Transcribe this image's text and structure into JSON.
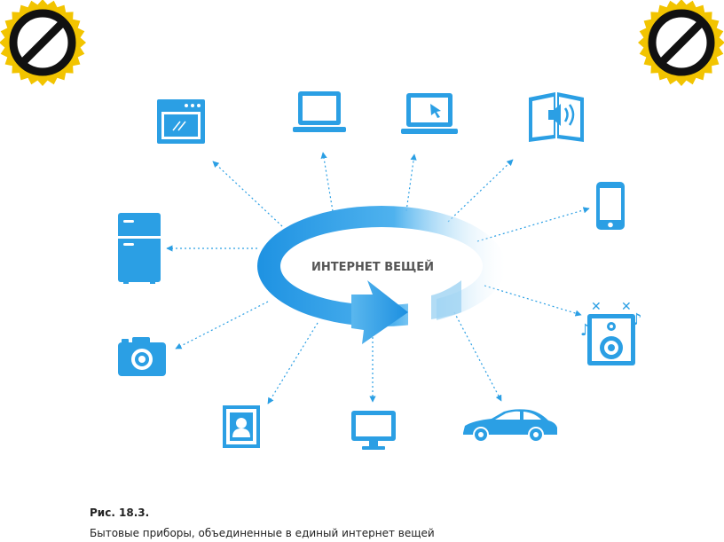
{
  "diagram": {
    "center_label": "ИНТЕРНЕТ ВЕЩЕЙ",
    "devices": [
      {
        "icon": "oven-icon"
      },
      {
        "icon": "laptop-icon"
      },
      {
        "icon": "laptop-cursor-icon"
      },
      {
        "icon": "audiobook-icon"
      },
      {
        "icon": "smartphone-icon"
      },
      {
        "icon": "speaker-icon"
      },
      {
        "icon": "car-icon"
      },
      {
        "icon": "monitor-icon"
      },
      {
        "icon": "photo-frame-icon"
      },
      {
        "icon": "camera-icon"
      },
      {
        "icon": "refrigerator-icon"
      }
    ]
  },
  "badges": [
    {
      "icon": "no-sign-badge-icon"
    },
    {
      "icon": "no-sign-badge-icon"
    }
  ],
  "caption": {
    "figure": "Рис. 18.3.",
    "text": "Бытовые приборы, объединенные в единый интернет вещей"
  },
  "colors": {
    "icon_blue": "#2b9fe4",
    "arrow_blue": "#1c8fe0",
    "badge_gold": "#f2c400",
    "badge_black": "#111111"
  }
}
